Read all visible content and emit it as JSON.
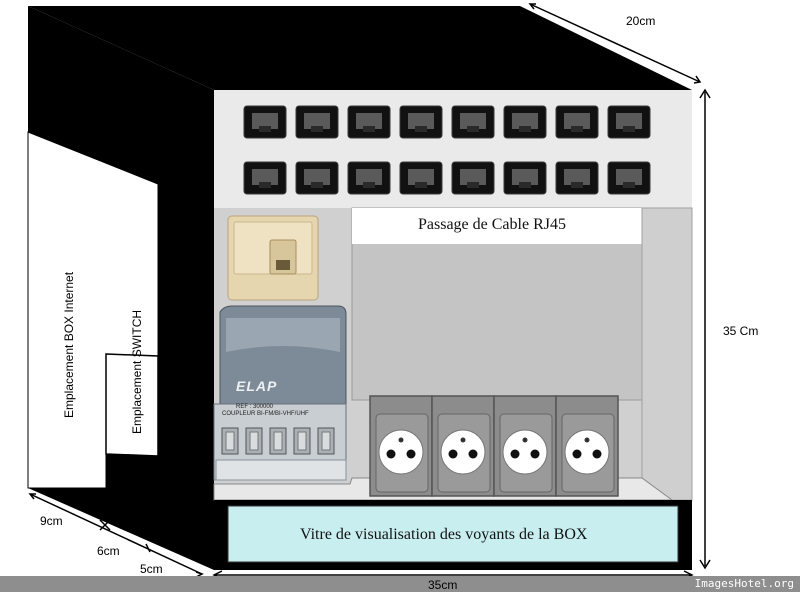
{
  "labels": {
    "depth": "20cm",
    "height": "35 Cm",
    "width": "35cm",
    "cable_pass": "Passage de Cable RJ45",
    "window": "Vitre de visualisation des voyants de la BOX",
    "box_slot": "Emplacement BOX Internet",
    "switch_slot": "Emplacement SWITCH",
    "dim_9": "9cm",
    "dim_6": "6cm",
    "dim_5": "5cm"
  },
  "device": {
    "brand": "ELAP",
    "ref": "REF : 300000",
    "model": "COUPLEUR BI-FM/BI-VHF/UHF"
  },
  "rj45_ports": {
    "rows": 2,
    "per_row": 8
  },
  "power_outlets": {
    "count": 4
  },
  "watermark": "ImagesHotel.org",
  "colors": {
    "frame": "#000000",
    "panel": "#eaeaea",
    "interior": "#cfcfcf",
    "window": "#c8eef0",
    "outlet": "#8c8c8c"
  }
}
